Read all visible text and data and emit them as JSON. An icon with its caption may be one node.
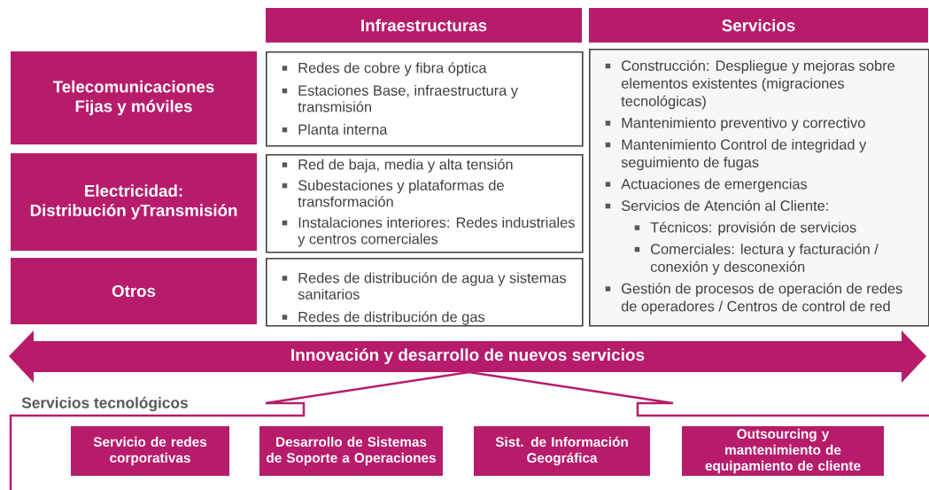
{
  "diagram": {
    "nodes": [
      {
        "text": [
          "Infraestructuras"
        ]
      },
      {
        "text": [
          "Servicios"
        ]
      },
      {
        "text": [
          "Telecomunicaciones Fijas y móviles"
        ]
      },
      {
        "text": [
          "Redes de cobre y fibra óptica",
          "Estaciones Base, infraestructura y transmisión",
          "Planta interna"
        ]
      },
      {
        "text": [
          "Construcción: Despliegue y mejoras sobre elementos existentes (migraciones tecnológicas)",
          "Mantenimiento preventivo y correctivo",
          "Mantenimiento Control de integridad y seguimiento de fugas",
          "Actuaciones de emergencias",
          "Servicios de Atención al Cliente:",
          "Técnicos: provisión de servicios",
          "Comerciales: lectura y facturación / conexión y desconexión",
          "Gestión de procesos de operación de redes de operadores / Centros de control de red"
        ]
      },
      {
        "text": [
          "Electricidad: Distribución yTransmisión"
        ]
      },
      {
        "text": [
          "Red de baja, media y alta tensión",
          "Subestaciones y plataformas de transformación",
          "Instalaciones interiores: Redes industriales y centros comerciales"
        ]
      },
      {
        "text": [
          "Otros"
        ]
      },
      {
        "text": [
          "Redes de distribución de agua y sistemas sanitarios",
          "Redes de distribución de gas"
        ]
      },
      {
        "text": [
          "Innovación y desarrollo de nuevos servicios"
        ]
      },
      {
        "text": [
          "Servicios tecnológicos"
        ]
      },
      {
        "text": [
          "Servicio de redes corporativas"
        ],
        "in": 10
      },
      {
        "text": [
          "Desarrollo de Sistemas de Soporte a Operaciones"
        ],
        "in": 10
      },
      {
        "text": [
          "Sist. de Información Geográfica"
        ],
        "in": 10
      },
      {
        "text": [
          "Outsourcing y mantenimiento de equipamiento de cliente"
        ],
        "in": 10
      }
    ]
  }
}
